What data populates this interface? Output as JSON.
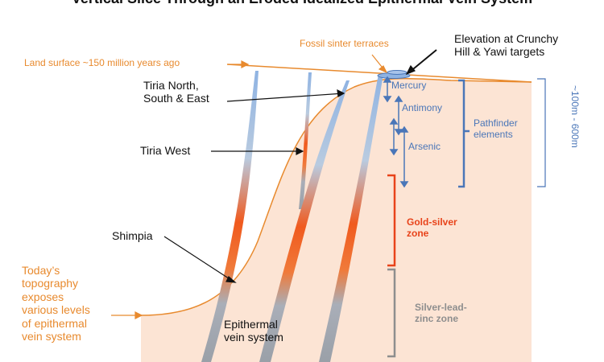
{
  "diagram": {
    "title": "Vertical Slice Through an Eroded Idealized Epithermal Vein System",
    "labels": {
      "land_surface": "Land surface ~150 million years ago",
      "fossil_sinter": "Fossil sinter terraces",
      "elevation_line1": "Elevation at Crunchy",
      "elevation_line2": "Hill & Yawi targets",
      "tiria_ne_line1": "Tiria North,",
      "tiria_ne_line2": "South & East",
      "tiria_west": "Tiria West",
      "shimpia": "Shimpia",
      "mercury": "Mercury",
      "antimony": "Antimony",
      "arsenic": "Arsenic",
      "pathfinder_line1": "Pathfinder",
      "pathfinder_line2": "elements",
      "depth": "~100m - 600m",
      "gold_line1": "Gold-silver",
      "gold_line2": "zone",
      "silver_line1": "Silver-lead-",
      "silver_line2": "zinc zone",
      "epithermal_line1": "Epithermal",
      "epithermal_line2": "vein system",
      "today_lines": [
        "Today’s",
        "topography",
        "exposes",
        "various levels",
        "of epithermal",
        "vein system"
      ]
    },
    "colors": {
      "land": "#fce4d4",
      "surface_line": "#e88a2e",
      "pathfinder": "#4a76b8",
      "gold_zone": "#e8431a",
      "silver_zone": "#8e8e8e"
    }
  }
}
